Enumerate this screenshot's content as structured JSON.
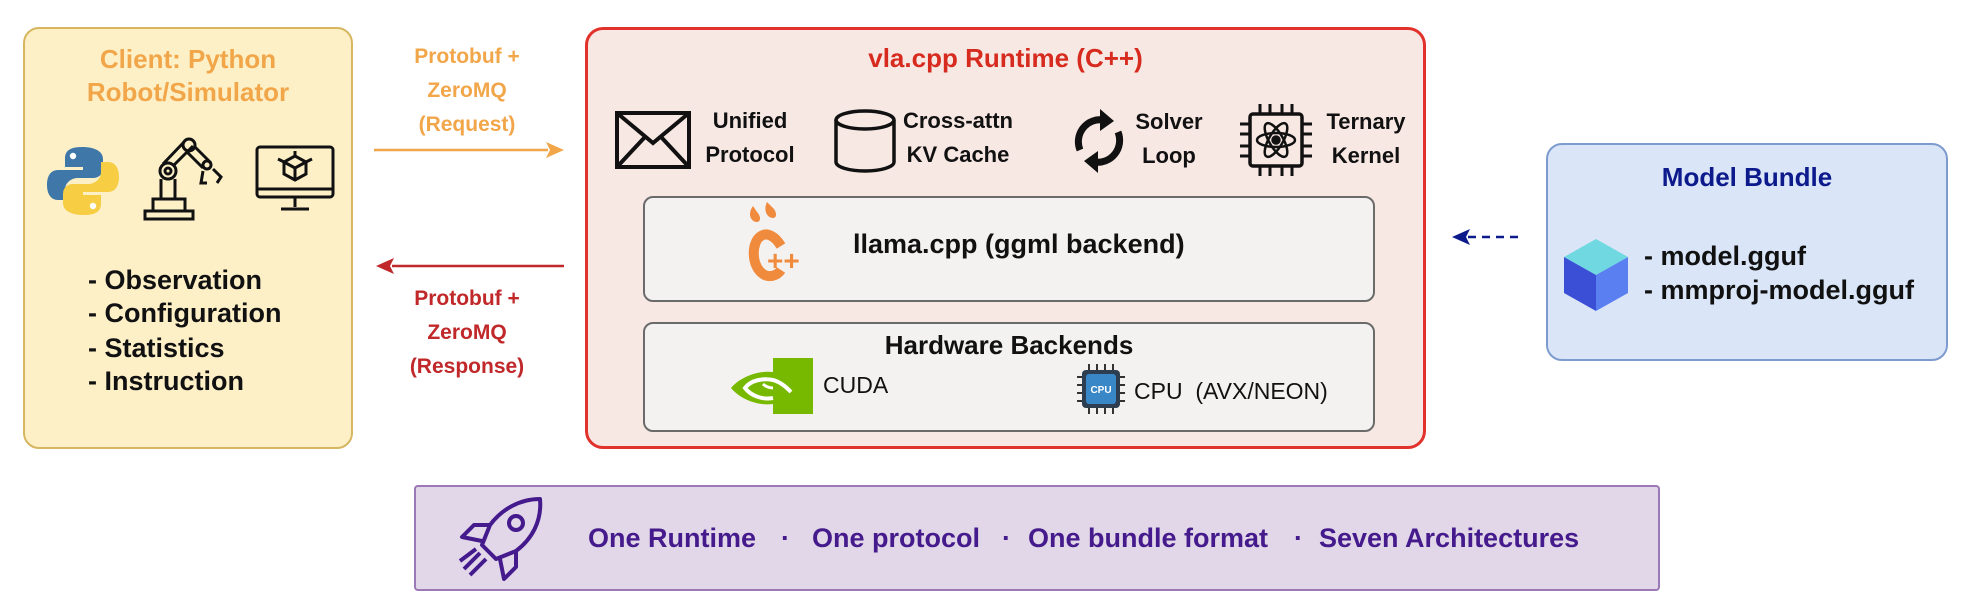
{
  "client": {
    "title_line1": "Client: Python",
    "title_line2": "Robot/Simulator",
    "icons": [
      "python-logo",
      "robot-arm-icon",
      "simulator-monitor-icon"
    ],
    "items": [
      "- Observation",
      "- Configuration",
      "- Statistics",
      "- Instruction"
    ]
  },
  "request": {
    "line1": "Protobuf +",
    "line2": "ZeroMQ",
    "line3": "(Request)",
    "color": "#f2a64a"
  },
  "response": {
    "line1": "Protobuf +",
    "line2": "ZeroMQ",
    "line3": "(Response)",
    "color": "#c0282a"
  },
  "runtime": {
    "title": "vla.cpp Runtime (C++)",
    "features": [
      {
        "icon": "envelope-icon",
        "line1": "Unified",
        "line2": "Protocol"
      },
      {
        "icon": "database-icon",
        "line1": "Cross-attn",
        "line2": "KV Cache"
      },
      {
        "icon": "refresh-loop-icon",
        "line1": "Solver",
        "line2": "Loop"
      },
      {
        "icon": "chip-atom-icon",
        "line1": "Ternary",
        "line2": "Kernel"
      }
    ],
    "llama": {
      "label": "llama.cpp (ggml backend)",
      "icon": "cpp-logo"
    },
    "hardware": {
      "title": "Hardware Backends",
      "cuda_label": "CUDA",
      "cpu_label": "CPU  (AVX/NEON)",
      "cpu_chip_text": "CPU"
    }
  },
  "bundle": {
    "title": "Model Bundle",
    "icon": "cube-icon",
    "files": [
      "- model.gguf",
      "- mmproj-model.gguf"
    ]
  },
  "footer": {
    "icon": "rocket-icon",
    "items": [
      "One Runtime",
      "One protocol",
      "One bundle format",
      "Seven Architectures"
    ],
    "separator": "·"
  },
  "colors": {
    "client_fill": "#fdf0c7",
    "runtime_border": "#e2322c",
    "bundle_title": "#0d1a8c",
    "footer_text": "#441a8c"
  }
}
